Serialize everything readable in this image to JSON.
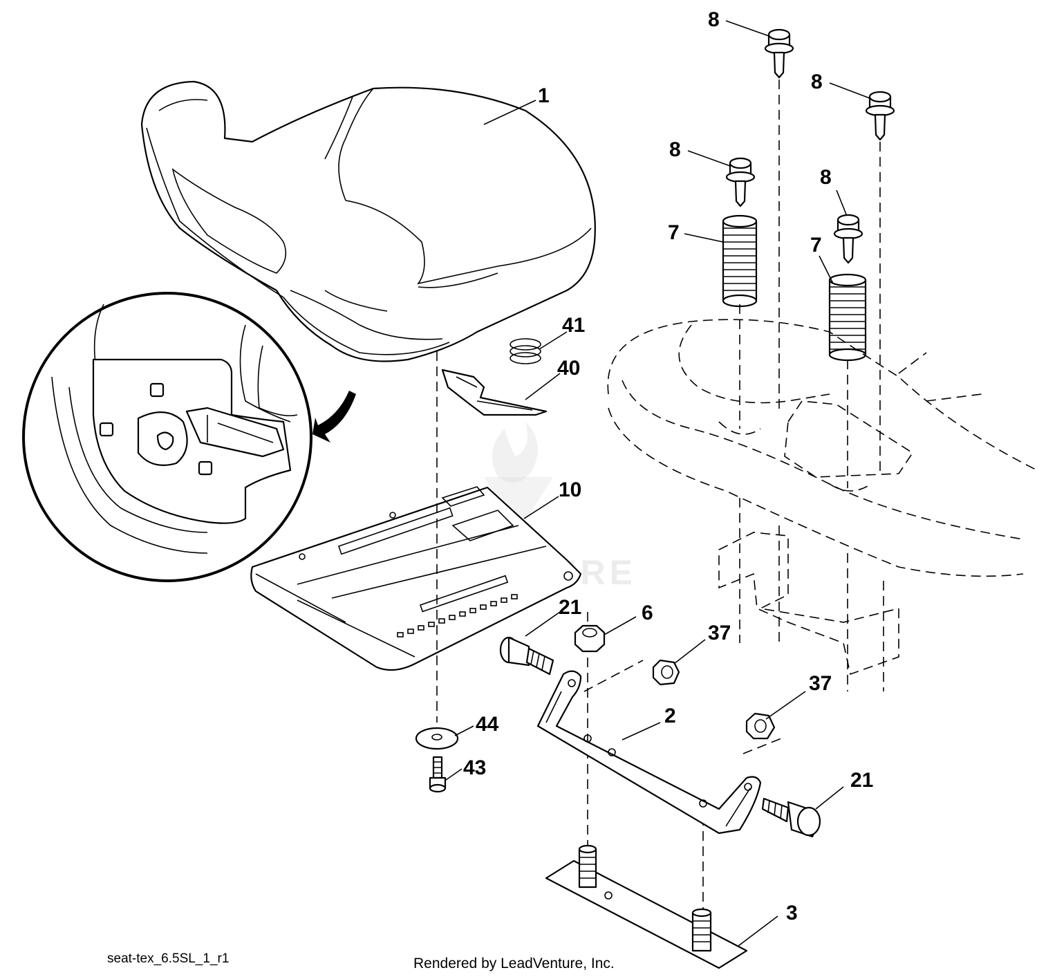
{
  "drawing_id": "seat-tex_6.5SL_1_r1",
  "credit": "Rendered by LeadVenture, Inc.",
  "watermark": "LEADVENTURE",
  "callouts": [
    {
      "id": "1",
      "label": "1"
    },
    {
      "id": "2",
      "label": "2"
    },
    {
      "id": "3",
      "label": "3"
    },
    {
      "id": "6",
      "label": "6"
    },
    {
      "id": "7a",
      "label": "7"
    },
    {
      "id": "7b",
      "label": "7"
    },
    {
      "id": "8a",
      "label": "8"
    },
    {
      "id": "8b",
      "label": "8"
    },
    {
      "id": "8c",
      "label": "8"
    },
    {
      "id": "8d",
      "label": "8"
    },
    {
      "id": "10",
      "label": "10"
    },
    {
      "id": "21a",
      "label": "21"
    },
    {
      "id": "21b",
      "label": "21"
    },
    {
      "id": "37a",
      "label": "37"
    },
    {
      "id": "37b",
      "label": "37"
    },
    {
      "id": "40",
      "label": "40"
    },
    {
      "id": "41",
      "label": "41"
    },
    {
      "id": "43",
      "label": "43"
    },
    {
      "id": "44",
      "label": "44"
    }
  ]
}
